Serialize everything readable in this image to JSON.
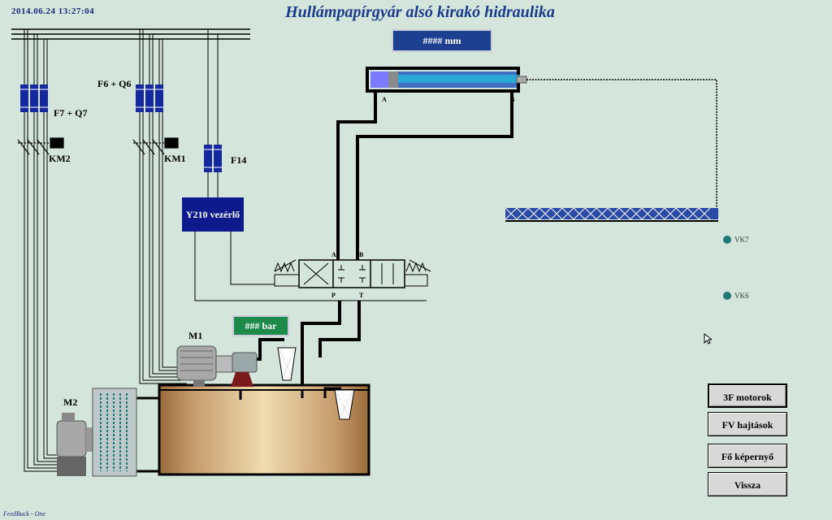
{
  "header": {
    "datetime": "2014.06.24    13:27:04",
    "title": "Hullámpapírgyár alsó kirakó hidraulika"
  },
  "displays": {
    "position": "#### mm",
    "pressure": "### bar"
  },
  "labels": {
    "f7_q7": "F7 + Q7",
    "f6_q6": "F6 + Q6",
    "km2": "KM2",
    "km1": "KM1",
    "f14": "F14",
    "y210": "Y210 vezérlő",
    "m1": "M1",
    "m2": "M2",
    "cyl_a": "A",
    "cyl_b": "B",
    "valve_a": "A",
    "valve_b": "B",
    "valve_p": "P",
    "valve_t": "T",
    "vk7": "VK7",
    "vk6": "VK6"
  },
  "nav_buttons": [
    {
      "label": "3F motorok",
      "active": true
    },
    {
      "label": "FV hajtások",
      "active": false
    },
    {
      "label": "Fő képernyő",
      "active": false
    },
    {
      "label": "Vissza",
      "active": false
    }
  ],
  "footer": "FeedBack - One",
  "colors": {
    "background": "#d4e6dc",
    "display_blue": "#1d3f8f",
    "display_green": "#1e8a4a",
    "fuse_blue": "#1428a0",
    "sensor_teal": "#1e7878"
  }
}
